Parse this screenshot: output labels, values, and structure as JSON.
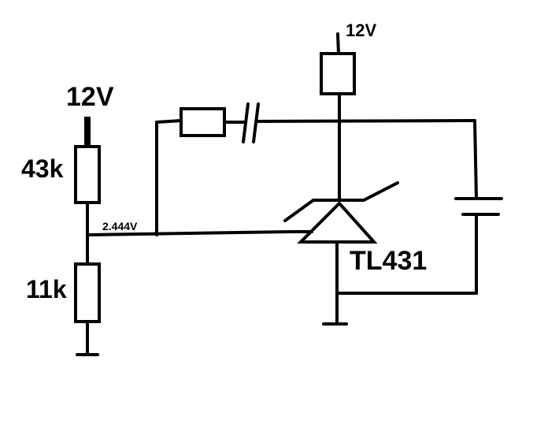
{
  "labels": {
    "supply_left": "12V",
    "supply_top": "12V",
    "r_top": "43k",
    "r_bottom": "11k",
    "divider_voltage": "2.444V",
    "ic": "TL431"
  }
}
